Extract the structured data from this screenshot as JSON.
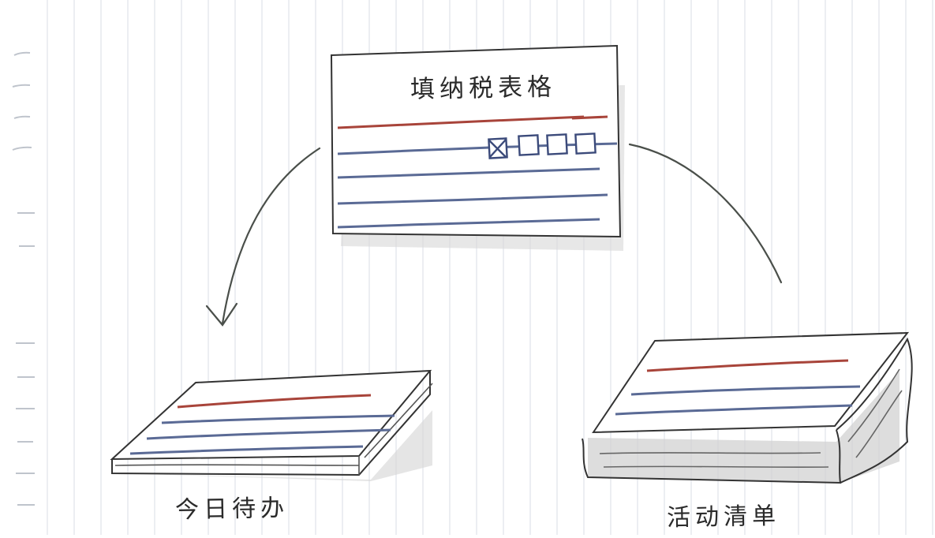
{
  "top_card": {
    "title": "填纳税表格"
  },
  "left_pile": {
    "label": "今日待办"
  },
  "right_pile": {
    "label": "活动清单"
  },
  "colors": {
    "paper_grid": "#d9dde6",
    "ink": "#333333",
    "red_line": "#a8443a",
    "blue_line": "#5a6a95",
    "shadow": "#c9c9c9"
  }
}
